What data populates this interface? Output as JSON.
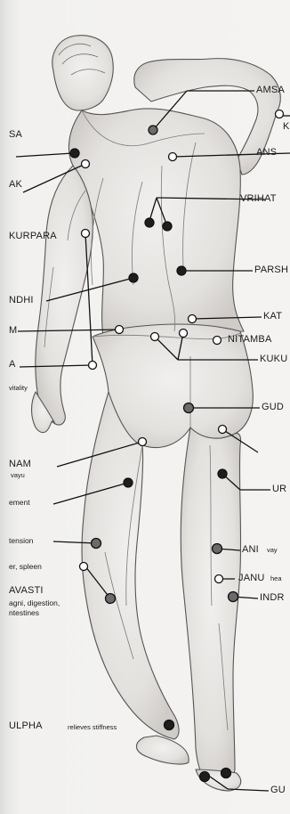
{
  "labels": {
    "amsa": "AMSA",
    "k": "K",
    "ans": "ANS",
    "sa": "SA",
    "ak": "AK",
    "vrihat": "VRIHAT",
    "kurpara": "KURPARA",
    "parsh": "PARSH",
    "ndhi": "NDHI",
    "kat": "KAT",
    "m": "M",
    "nitamba": "NITAMBA",
    "a": "A",
    "kuku": "KUKU",
    "vitality": "vitality",
    "gud": "GUD",
    "nam": "NAM",
    "vayu": "vayu",
    "ement": "ement",
    "ur": "UR",
    "tension": "tension",
    "ani": "ANI",
    "ani_note": "vay",
    "er_spleen": "er, spleen",
    "janu": "JANU",
    "janu_note": "hea",
    "avasti": "AVASTI",
    "avasti_note1": "agni, digestion,",
    "avasti_note2": "ntestines",
    "indr": "INDR",
    "ulpha": "ULPHA",
    "ulpha_note": "relieves stiffness",
    "gu": "GU"
  },
  "colors": {
    "ink": "#1a1a1a",
    "marker_dark": "#1e1e1e",
    "marker_gray": "#6b6b6b",
    "marker_open": "#ffffff",
    "paper": "#f3f2f0"
  }
}
